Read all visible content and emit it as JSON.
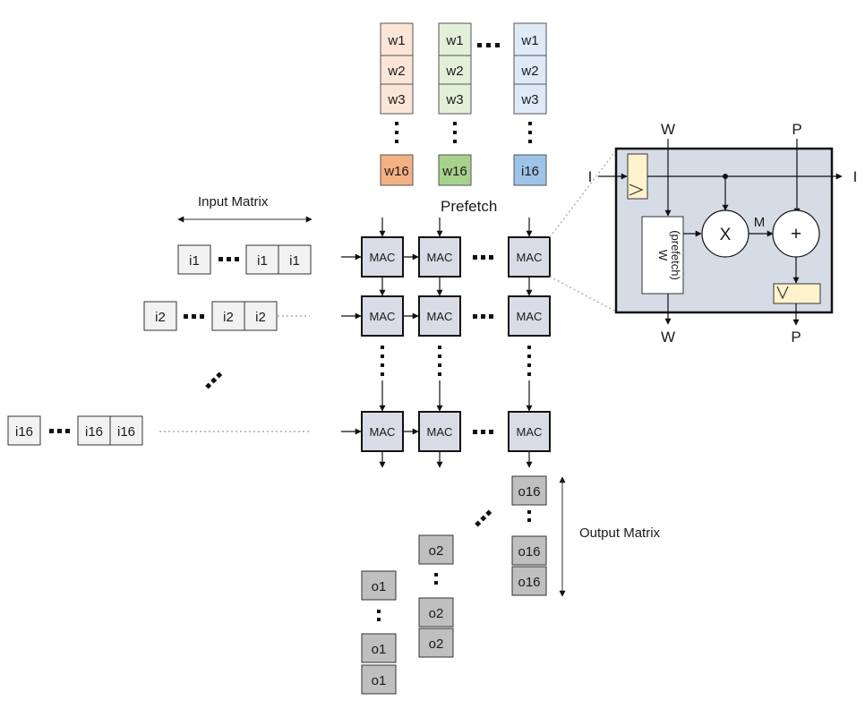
{
  "labels": {
    "input_matrix": "Input Matrix",
    "output_matrix": "Output Matrix",
    "prefetch": "Prefetch"
  },
  "weights": {
    "col1": [
      "w1",
      "w2",
      "w3",
      "w16"
    ],
    "col2": [
      "w1",
      "w2",
      "w3",
      "w16"
    ],
    "col3": [
      "w1",
      "w2",
      "w3",
      "i16"
    ]
  },
  "inputs": {
    "row1": [
      "i1",
      "i1",
      "i1"
    ],
    "row2": [
      "i2",
      "i2",
      "i2"
    ],
    "row16": [
      "i16",
      "i16",
      "i16"
    ]
  },
  "mac": {
    "label": "MAC"
  },
  "outputs": {
    "col1": [
      "o1",
      "o1",
      "o1"
    ],
    "col2": [
      "o2",
      "o2",
      "o2"
    ],
    "col3": [
      "o16",
      "o16",
      "o16"
    ]
  },
  "detail": {
    "w_in": "W",
    "p_in": "P",
    "i_in": "I",
    "i_out": "I",
    "w_out": "W",
    "p_out": "P",
    "mult": "X",
    "add": "+",
    "m": "M",
    "wreg_1": "W",
    "wreg_2": "(prefetch)"
  },
  "colors": {
    "w_col1_light": "#fbe5d6",
    "w_col1_dark": "#f4b183",
    "w_col2_light": "#e2f0d9",
    "w_col2_dark": "#a9d18e",
    "w_col3_light": "#deebf7",
    "w_col3_dark": "#9dc3e6",
    "mac_fill": "#d9dce6",
    "detail_fill": "#d6dce5",
    "register_fill": "#fff2cc",
    "input_fill": "#f2f2f2",
    "output_fill": "#bfbfbf"
  }
}
